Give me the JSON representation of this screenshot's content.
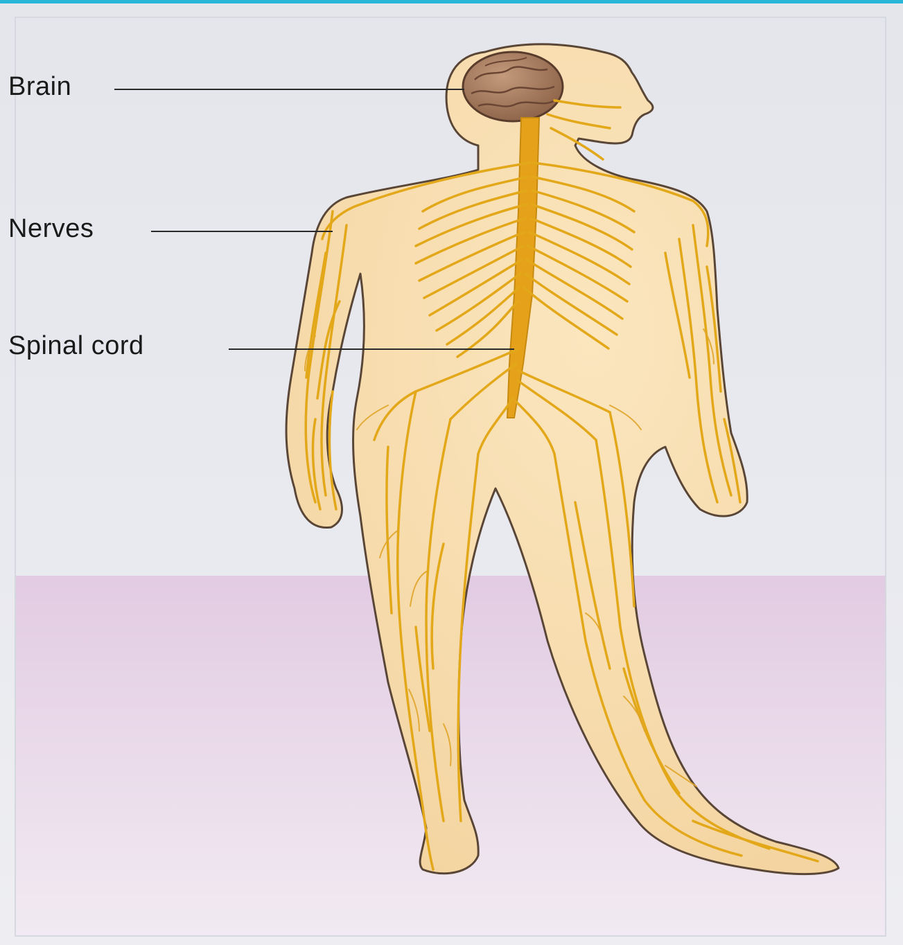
{
  "labels": {
    "brain": "Brain",
    "nerves": "Nerves",
    "spinal_cord": "Spinal cord"
  },
  "colors": {
    "top_bar": "#29b6d8",
    "background_upper": "#e6e8ee",
    "background_floor": "#e6d3e6",
    "skin": "#f8deaf",
    "outline": "#5a4636",
    "nerve": "#e3a81a",
    "spinal_cord": "#e6a11a",
    "brain": "#a0755c"
  }
}
